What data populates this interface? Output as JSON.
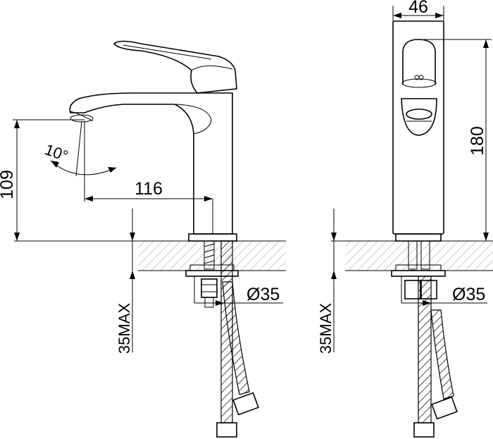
{
  "dimensions": {
    "spout_height": "109",
    "spout_reach": "116",
    "spout_angle": "10°",
    "body_width": "46",
    "total_height": "180",
    "mount_hole_left": "Ø35",
    "mount_hole_right": "Ø35",
    "max_counter_left": "35MAX",
    "max_counter_right": "35MAX"
  }
}
